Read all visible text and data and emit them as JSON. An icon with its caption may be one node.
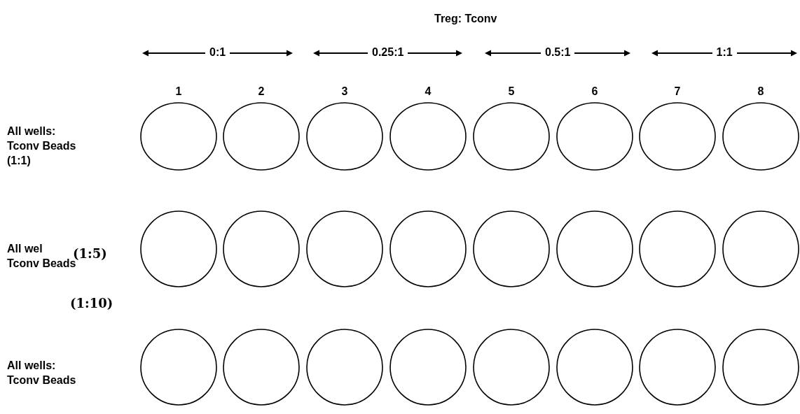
{
  "diagram": {
    "title": "Treg: Tconv",
    "nodes": [
      {
        "text": [],
        "shape": "circle"
      },
      {
        "text": [],
        "shape": "circle"
      },
      {
        "text": [],
        "shape": "circle"
      },
      {
        "text": [],
        "shape": "circle"
      },
      {
        "text": [],
        "shape": "circle"
      },
      {
        "text": [],
        "shape": "circle"
      },
      {
        "text": [],
        "shape": "circle"
      },
      {
        "text": [],
        "shape": "circle"
      },
      {
        "text": [],
        "shape": "circle"
      },
      {
        "text": [],
        "shape": "circle"
      },
      {
        "text": [],
        "shape": "circle"
      },
      {
        "text": [],
        "shape": "circle"
      },
      {
        "text": [],
        "shape": "circle"
      },
      {
        "text": [],
        "shape": "circle"
      },
      {
        "text": [],
        "shape": "circle"
      },
      {
        "text": [],
        "shape": "circle"
      },
      {
        "text": [],
        "shape": "circle"
      },
      {
        "text": [],
        "shape": "circle"
      },
      {
        "text": [],
        "shape": "circle"
      },
      {
        "text": [],
        "shape": "circle"
      },
      {
        "text": [],
        "shape": "circle"
      },
      {
        "text": [],
        "shape": "circle"
      },
      {
        "text": [],
        "shape": "circle"
      },
      {
        "text": [],
        "shape": "circle"
      }
    ],
    "edges": [],
    "labels": [
      "0:1",
      "0.25:1",
      "0.5:1",
      "1:1",
      "1",
      "2",
      "3",
      "4",
      "5",
      "6",
      "7",
      "8",
      "All wells: Tconv Beads (1:1)",
      "All wel Tconv Beads",
      "(1:5)",
      "All wells: Tconv Beads",
      "(1:10)"
    ]
  }
}
